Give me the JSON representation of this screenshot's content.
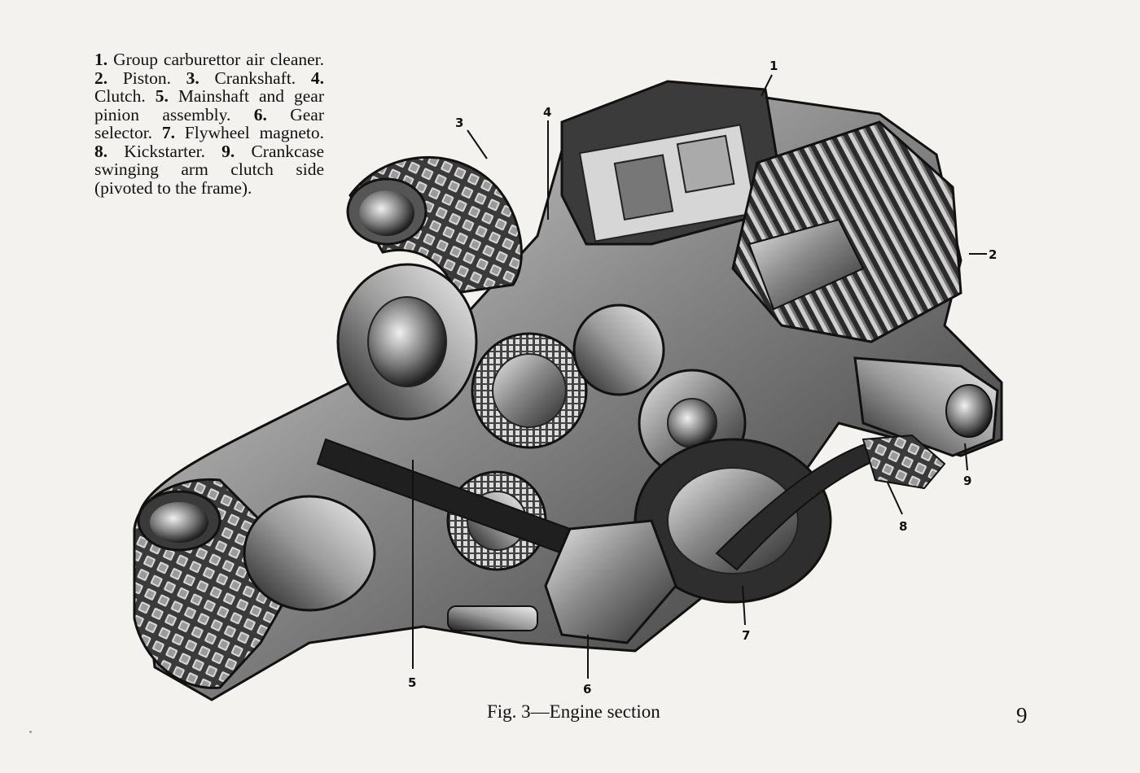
{
  "legend": {
    "items": [
      {
        "num": "1.",
        "text": "Group carburettor air cleaner."
      },
      {
        "num": "2.",
        "text": "Piston."
      },
      {
        "num": "3.",
        "text": "Crankshaft."
      },
      {
        "num": "4.",
        "text": "Clutch."
      },
      {
        "num": "5.",
        "text": "Mainshaft and gear pinion assembly."
      },
      {
        "num": "6.",
        "text": "Gear selector."
      },
      {
        "num": "7.",
        "text": "Flywheel magneto."
      },
      {
        "num": "8.",
        "text": "Kickstarter."
      },
      {
        "num": "9.",
        "text": "Crankcase swinging arm clutch side (pivoted to the frame)."
      }
    ]
  },
  "callouts": {
    "c1": "1",
    "c2": "2",
    "c3": "3",
    "c4": "4",
    "c5": "5",
    "c6": "6",
    "c7": "7",
    "c8": "8",
    "c9": "9"
  },
  "caption": "Fig. 3—Engine section",
  "page_number": "9"
}
